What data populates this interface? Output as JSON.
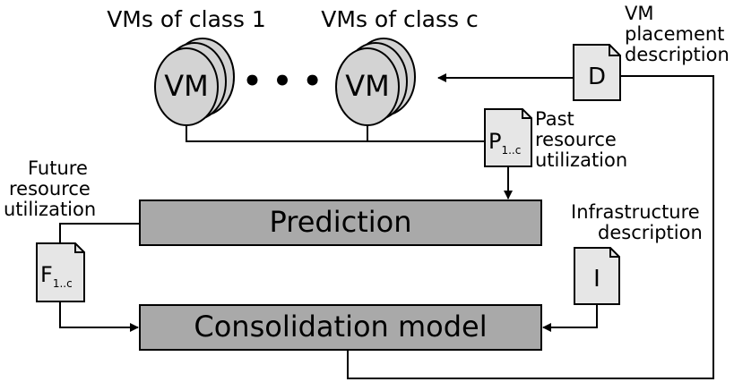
{
  "vm_groups": {
    "class1_label": "VMs of class 1",
    "classc_label": "VMs of class c",
    "vm_text": "VM",
    "ellipsis": "• • •"
  },
  "documents": {
    "d": {
      "letter": "D",
      "caption_lines": [
        "VM",
        "placement",
        "description"
      ]
    },
    "p": {
      "letter": "P",
      "subscript": "1..c",
      "caption_lines": [
        "Past",
        "resource",
        "utilization"
      ]
    },
    "f": {
      "letter": "F",
      "subscript": "1..c",
      "caption_lines": [
        "Future",
        "resource",
        "utilization"
      ]
    },
    "i": {
      "letter": "I",
      "caption_lines": [
        "Infrastructure",
        "description"
      ]
    }
  },
  "boxes": {
    "prediction": "Prediction",
    "consolidation": "Consolidation model"
  },
  "colors": {
    "box_fill": "#a9a9a9",
    "doc_fill": "#e6e6e6",
    "vm_fill": "#d3d3d3",
    "stroke": "#000000"
  }
}
